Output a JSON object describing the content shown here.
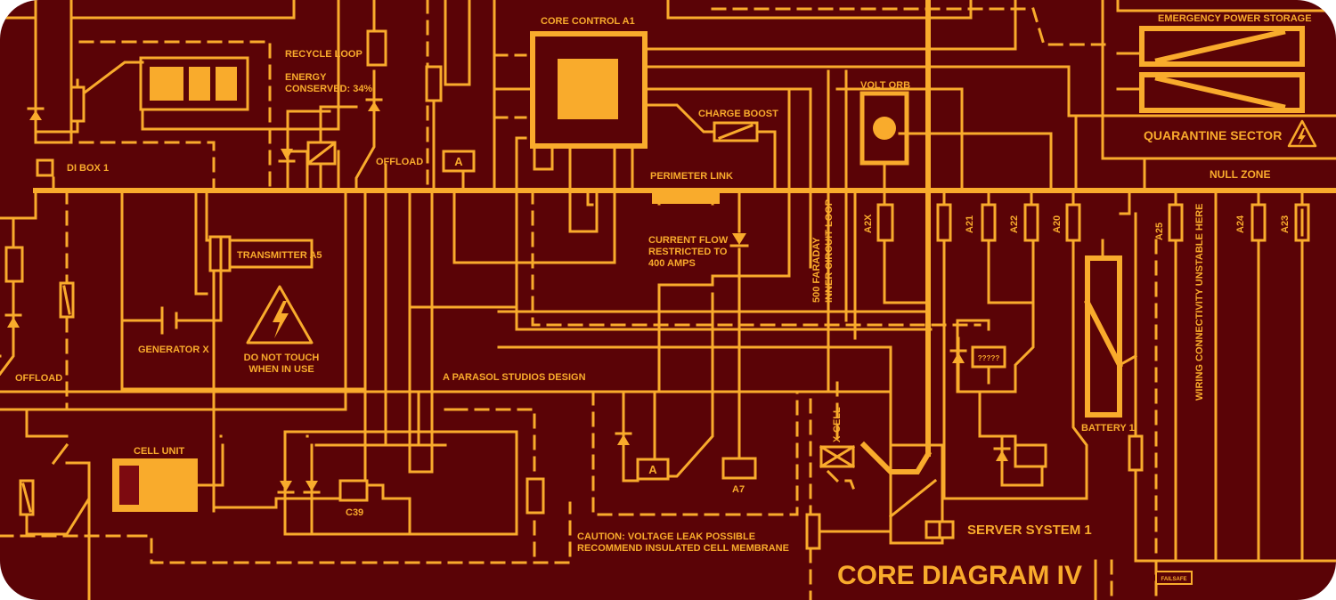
{
  "colors": {
    "background": "#5a0306",
    "wire": "#f9ab2c",
    "cell_fill": "#7d0a10"
  },
  "labels": {
    "core_control": "CORE CONTROL A1",
    "recycle_loop": "RECYCLE LOOP",
    "energy_line1": "ENERGY",
    "energy_line2": "CONSERVED: 34%",
    "di_box": "DI BOX 1",
    "offload_top": "OFFLOAD",
    "offload_left": "OFFLOAD",
    "transmitter": "TRANSMITTER A5",
    "generator": "GENERATOR X",
    "touch_line1": "DO NOT TOUCH",
    "touch_line2": "WHEN IN USE",
    "parasol": "A PARASOL STUDIOS DESIGN",
    "cell_unit": "CELL UNIT",
    "c39": "C39",
    "charge_boost": "CHARGE BOOST",
    "perimeter_link": "PERIMETER LINK",
    "current_line1": "CURRENT FLOW",
    "current_line2": "RESTRICTED TO",
    "current_line3": "400 AMPS",
    "volt_orb": "VOLT ORB",
    "faraday_line1": "500 FARADAY",
    "faraday_line2": "INNER CIRCUIT LOOP",
    "x_cell": "X-CELL",
    "a7": "A7",
    "box_a": "A",
    "box_a_lower": "A",
    "caution_line1": "CAUTION: VOLTAGE LEAK POSSIBLE",
    "caution_line2": "RECOMMEND INSULATED CELL MEMBRANE",
    "server_system": "SERVER SYSTEM 1",
    "core_diagram": "CORE DIAGRAM IV",
    "question": "?????",
    "battery": "BATTERY 1",
    "emergency_power": "EMERGENCY POWER STORAGE",
    "quarantine": "QUARANTINE SECTOR",
    "null_zone": "NULL ZONE",
    "wiring_note": "WIRING CONNECTIVITY UNSTABLE HERE",
    "failsafe": "FAILSAFE",
    "a2x": "A2X",
    "a21": "A21",
    "a22": "A22",
    "a20": "A20",
    "a25": "A25",
    "a24": "A24",
    "a23": "A23"
  },
  "icons": {
    "warning_large": "high-voltage-warning-icon",
    "warning_small": "quarantine-warning-icon"
  }
}
